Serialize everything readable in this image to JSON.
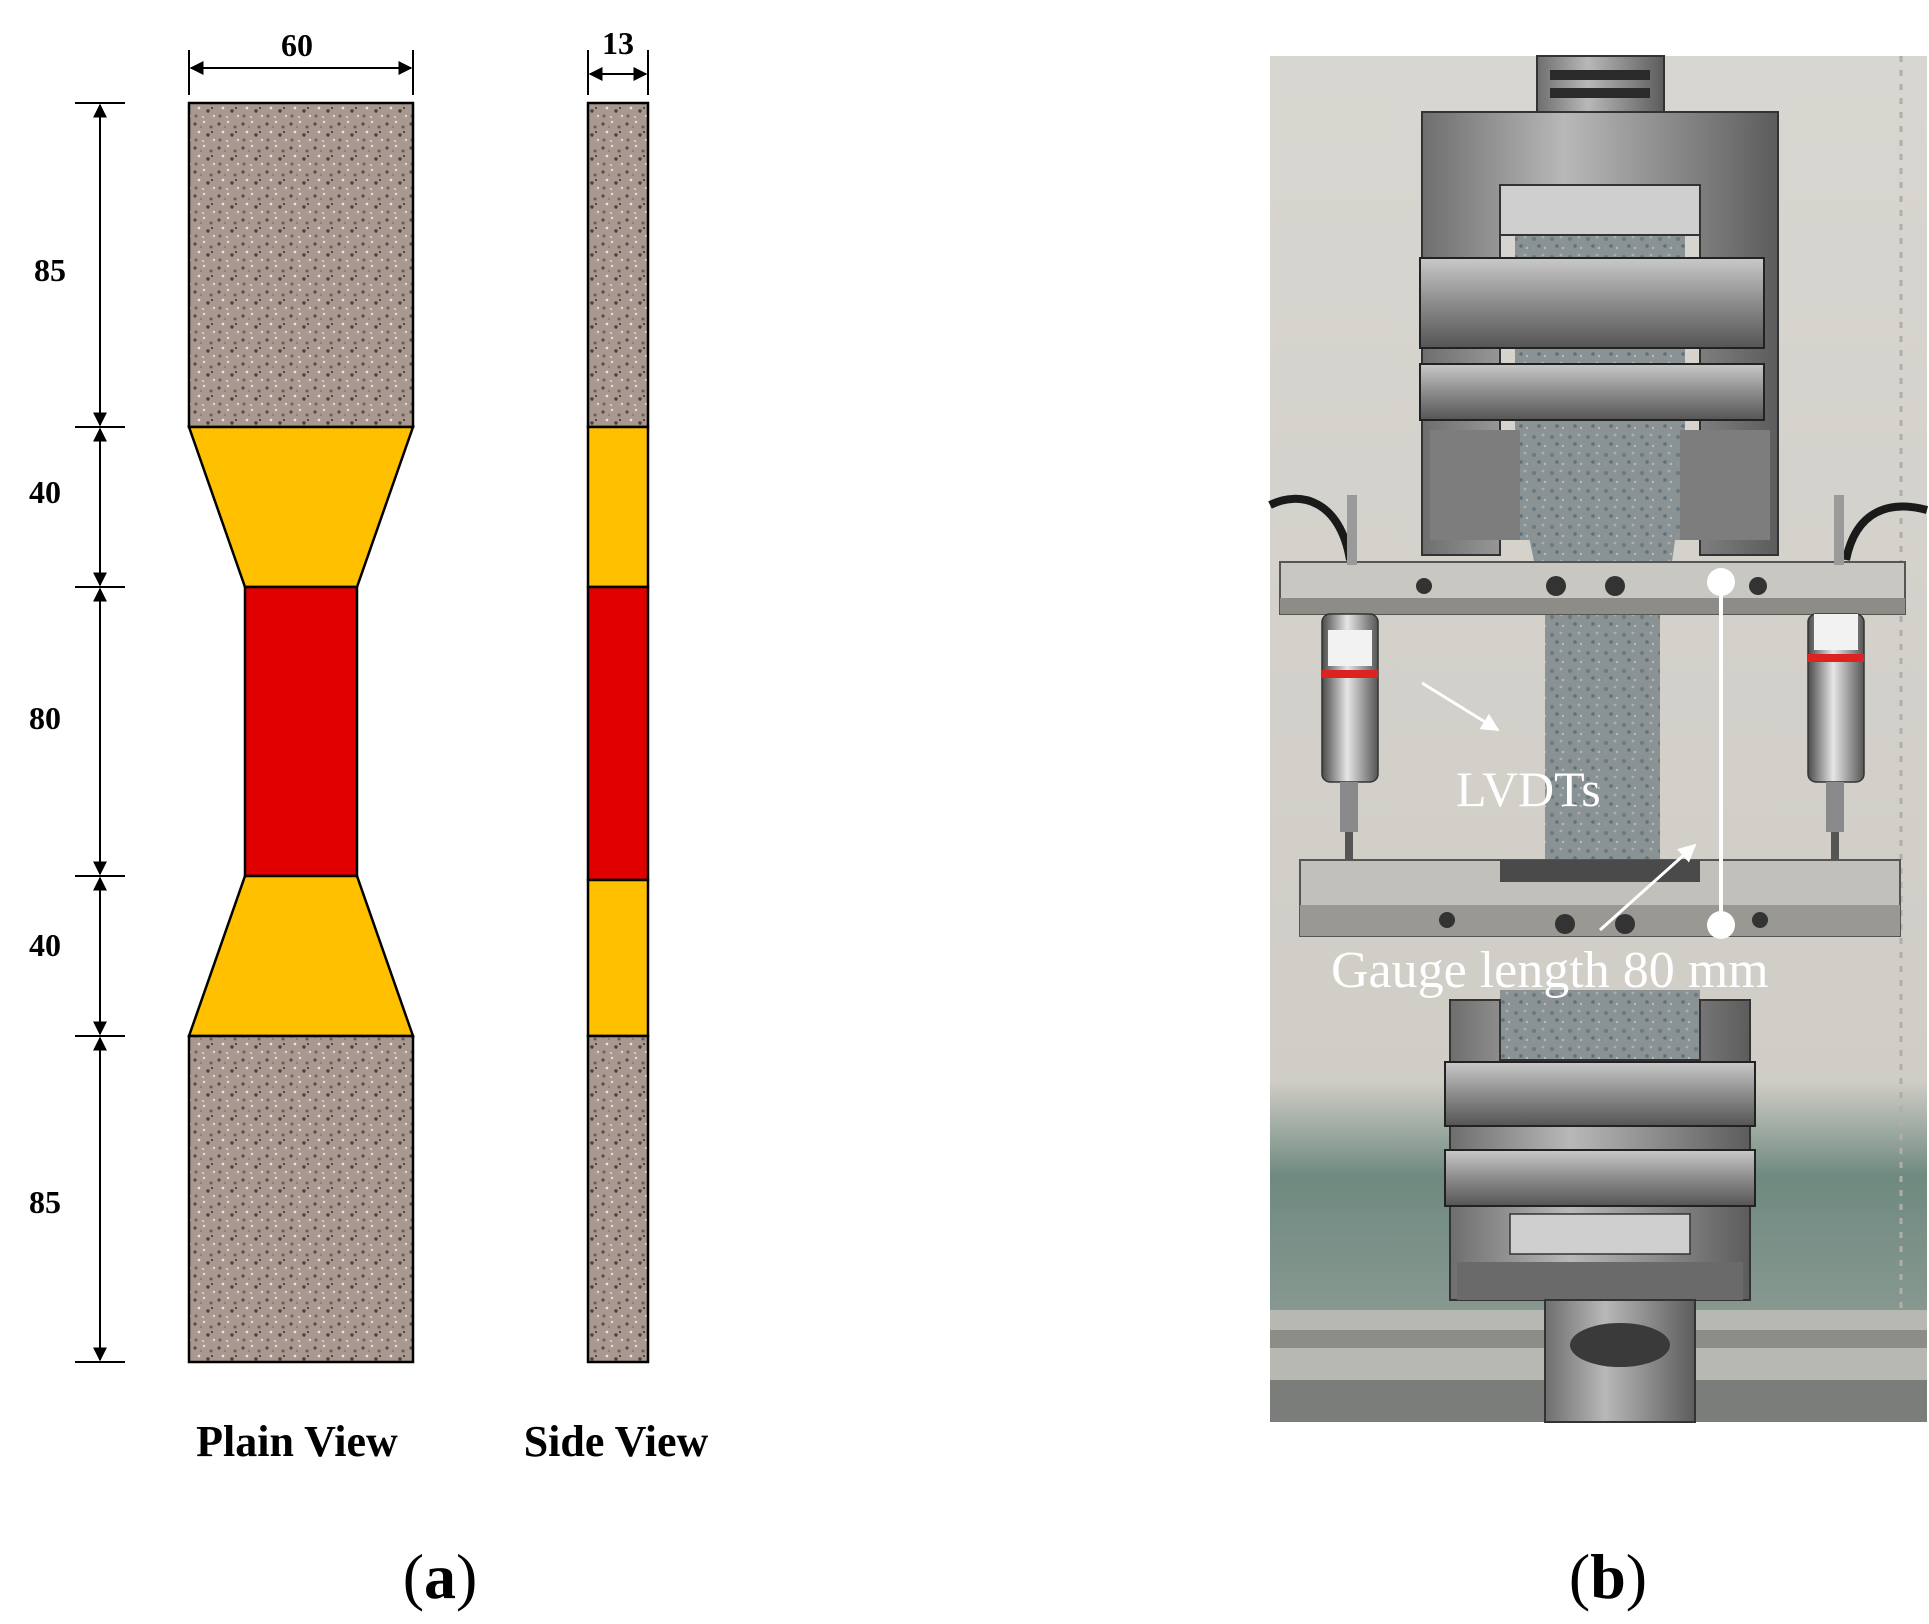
{
  "panel_a": {
    "label_open": "(",
    "label_letter": "a",
    "label_close": ")",
    "plain_view_label": "Plain View",
    "side_view_label": "Side View",
    "dim_width": "60",
    "dim_thickness": "13",
    "dim_top_grip": "85",
    "dim_top_taper": "40",
    "dim_gauge": "80",
    "dim_bottom_taper": "40",
    "dim_bottom_grip": "85"
  },
  "panel_b": {
    "label_open": "(",
    "label_letter": "b",
    "label_close": ")",
    "lvdt_label": "LVDTs",
    "gauge_label": "Gauge length 80 mm"
  },
  "colors": {
    "grip": "#a89890",
    "taper": "#ffc000",
    "gauge_section": "#e00000",
    "outline": "#000000"
  }
}
